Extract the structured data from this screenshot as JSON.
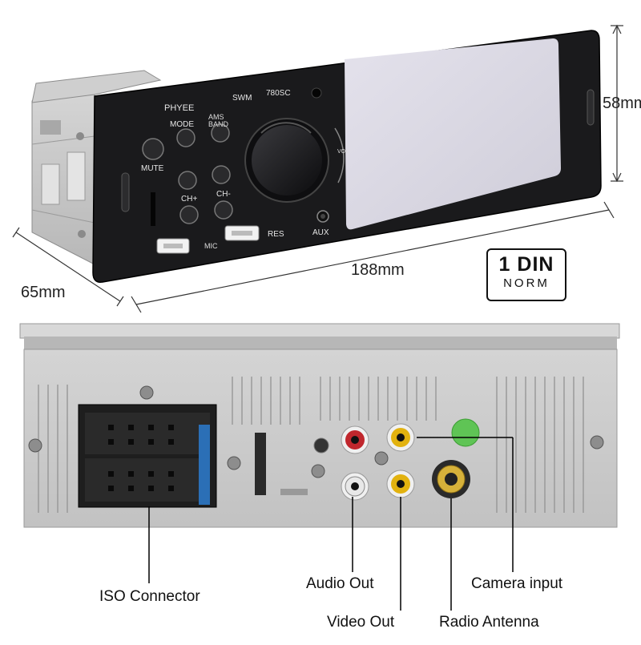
{
  "front_panel": {
    "brand": "PHYEE",
    "model_prefix": "SWM",
    "model": "780SC",
    "buttons": {
      "mode": "MODE",
      "ams_band": "AMS BAND",
      "mute": "MUTE",
      "ch_plus": "CH+",
      "ch_minus": "CH-",
      "mic": "MIC",
      "res": "RES",
      "aux": "AUX",
      "vol": "VOL"
    }
  },
  "dimensions": {
    "width": "188mm",
    "height": "58mm",
    "depth": "65mm"
  },
  "din_badge": {
    "top": "1 DIN",
    "bottom": "NORM"
  },
  "rear_labels": {
    "iso_connector": "ISO Connector",
    "audio_out": "Audio Out",
    "video_out": "Video Out",
    "camera_input": "Camera input",
    "radio_antenna": "Radio Antenna"
  },
  "colors": {
    "panel": "#1a1a1c",
    "screen": "#d9d7e2",
    "chassis": "#c8c8c8",
    "rca_red": "#c0272d",
    "rca_yellow": "#e2b20f",
    "rca_white": "#e8e8e8",
    "sticker_green": "#5fc455"
  }
}
